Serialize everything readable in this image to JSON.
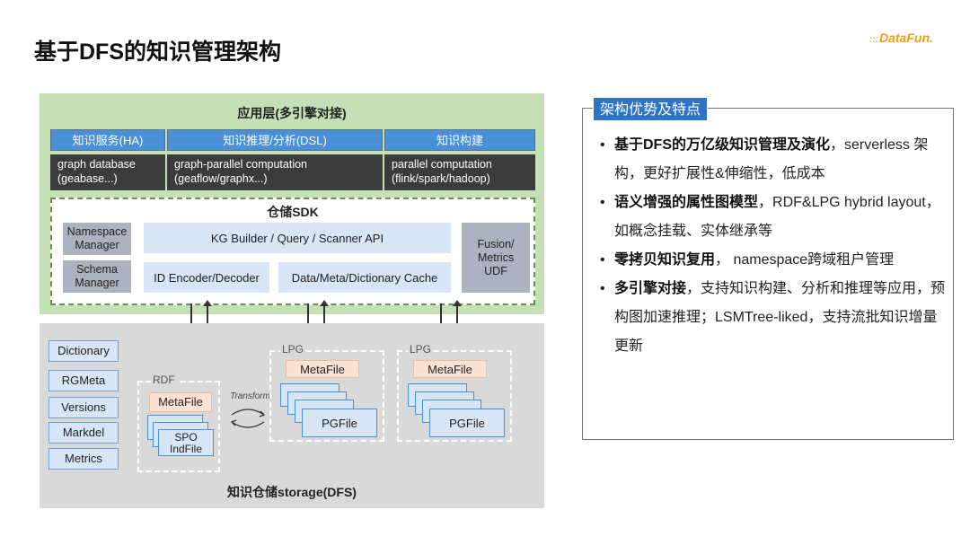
{
  "page": {
    "title": "基于DFS的知识管理架构",
    "logo": "DataFun."
  },
  "app_layer": {
    "title": "应用层(多引擎对接)",
    "columns": [
      {
        "header": "知识服务(HA)",
        "line1": "graph database",
        "line2": "(geabase...)"
      },
      {
        "header": "知识推理/分析(DSL)",
        "line1": "graph-parallel computation",
        "line2": "(geaflow/graphx...)"
      },
      {
        "header": "知识构建",
        "line1": "parallel computation",
        "line2": "(flink/spark/hadoop)"
      }
    ]
  },
  "sdk": {
    "title": "仓储SDK",
    "namespace_manager": {
      "line1": "Namespace",
      "line2": "Manager"
    },
    "schema_manager": {
      "line1": "Schema",
      "line2": "Manager"
    },
    "kg_builder": "KG Builder / Query / Scanner  API",
    "id_encoder": "ID Encoder/Decoder",
    "cache": "Data/Meta/Dictionary Cache",
    "fusion": {
      "line1": "Fusion/",
      "line2": "Metrics",
      "line3": "UDF"
    }
  },
  "storage": {
    "title": "知识仓储storage(DFS)",
    "items": [
      "Dictionary",
      "RGMeta",
      "Versions",
      "Markdel",
      "Metrics"
    ],
    "rdf": {
      "label": "RDF",
      "metafile": "MetaFile",
      "file1": "SPO",
      "file2": "IndFile"
    },
    "transform": "Transform",
    "lpg_left": {
      "label": "LPG",
      "metafile": "MetaFile",
      "file": "PGFile"
    },
    "lpg_right": {
      "label": "LPG",
      "metafile": "MetaFile",
      "file": "PGFile"
    }
  },
  "features": {
    "tag": "架构优势及特点",
    "bullets": [
      {
        "bold": "基于DFS的万亿级知识管理及演化",
        "text": "，serverless 架构，更好扩展性&伸缩性，低成本"
      },
      {
        "bold": "语义增强的属性图模型",
        "text": "，RDF&LPG hybrid layout，如概念挂载、实体继承等"
      },
      {
        "bold": "零拷贝知识复用",
        "text": "， namespace跨域租户管理"
      },
      {
        "bold": "多引擎对接",
        "text": "，支持知识构建、分析和推理等应用，预构图加速推理；LSMTree-liked，支持流批知识增量更新"
      }
    ]
  },
  "colors": {
    "app_bg": "#c5e0b4",
    "header_blue": "#4a90d9",
    "dark": "#3b3b3b",
    "storage_bg": "#d9d9d9",
    "tag_blue": "#2e74c5"
  }
}
